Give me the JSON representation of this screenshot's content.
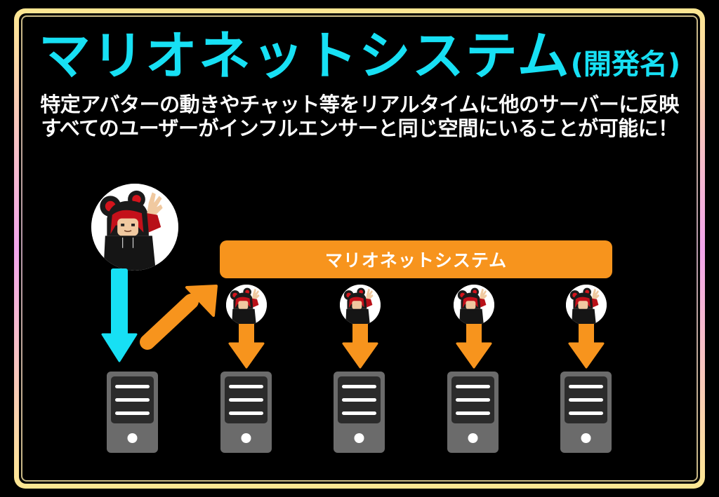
{
  "title": {
    "main": "マリオネットシステム",
    "suffix": "(開発名)",
    "color": "#17e0f4"
  },
  "subtitle": {
    "line1": "特定アバターの動きやチャット等をリアルタイムに他のサーバーに反映",
    "line2": "すべてのユーザーがインフルエンサーと同じ空間にいることが可能に！"
  },
  "diagram": {
    "system_bar": {
      "label": "マリオネットシステム",
      "color": "#f7941d"
    },
    "source_avatar": {
      "icon": "influencer-avatar-icon"
    },
    "source_arrow": {
      "color": "#17e0f4",
      "direction": "down"
    },
    "relay_arrow": {
      "color": "#f7941d",
      "direction": "up-right"
    },
    "servers": [
      {
        "icon": "server-icon",
        "role": "source"
      },
      {
        "icon": "server-icon",
        "role": "mirror"
      },
      {
        "icon": "server-icon",
        "role": "mirror"
      },
      {
        "icon": "server-icon",
        "role": "mirror"
      },
      {
        "icon": "server-icon",
        "role": "mirror"
      }
    ],
    "mirror_avatars": [
      {
        "icon": "puppet-avatar-icon"
      },
      {
        "icon": "puppet-avatar-icon"
      },
      {
        "icon": "puppet-avatar-icon"
      },
      {
        "icon": "puppet-avatar-icon"
      }
    ],
    "colors": {
      "server_body": "#6b6b6b",
      "server_panel": "#2b2b2b",
      "frame_top": "#fde792",
      "frame_mid": "#f2a4ec"
    }
  }
}
